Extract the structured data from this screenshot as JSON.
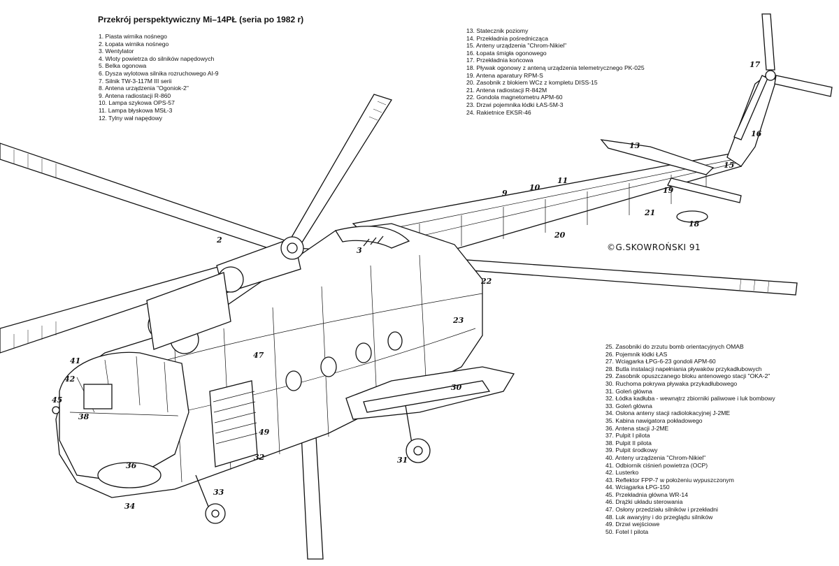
{
  "title": "Przekrój perspektywiczny Mi–14PŁ (seria po 1982 r)",
  "legend_a": [
    "1. Piasta wirnika nośnego",
    "2. Łopata wirnika nośnego",
    "3. Wentylator",
    "4. Wloty powietrza do silników napędowych",
    "5. Belka ogonowa",
    "6. Dysza wylotowa silnika rozruchowego AI-9",
    "7. Silnik TW-3-117M III serii",
    "8. Antena urządzenia \"Ogoniok-2\"",
    "9. Antena radiostacji R-860",
    "10. Lampa szykowa OPS-57",
    "11. Lampa błyskowa MSŁ-3",
    "12. Tylny wał napędowy"
  ],
  "legend_b": [
    "13. Statecznik poziomy",
    "14. Przekładnia pośrednicząca",
    "15. Anteny urządzenia \"Chrom-Nikiel\"",
    "16. Łopata śmigła ogonowego",
    "17. Przekładnia końcowa",
    "18. Pływak ogonowy z anteną urządzenia telemetrycznego PK-025",
    "19. Antena aparatury RPM-S",
    "20. Zasobnik z blokiem WCz z kompletu DISS-15",
    "21. Antena radiostacji R-842M",
    "22. Gondola magnetometru APM-60",
    "23. Drzwi pojemnika łódki ŁAS-5M-3",
    "24. Rakietnice EKSR-46"
  ],
  "legend_c": [
    "25. Zasobniki do zrzutu bomb orientacyjnych OMAB",
    "26. Pojemnik łódki ŁAS",
    "27. Wciągarka ŁPG-6-23 gondoli APM-60",
    "28. Butla instalacji napełniania pływaków przykadłubowych",
    "29. Zasobnik opuszczanego bloku antenowego stacji \"OKA-2\"",
    "30. Ruchoma pokrywa pływaka przykadłubowego",
    "31. Goleń główna",
    "32. Łódka kadłuba - wewnątrz zbiorniki paliwowe i luk bombowy",
    "33. Goleń główna",
    "34. Osłona anteny stacji radiolokacyjnej J-2ME",
    "35. Kabina nawigatora pokładowego",
    "36. Antena stacji J-2ME",
    "37. Pulpit I pilota",
    "38. Pulpit II pilota",
    "39. Pulpit środkowy",
    "40. Anteny urządzenia \"Chrom-Nikiel\"",
    "41. Odbiornik ciśnień powietrza (OCP)",
    "42. Lusterko",
    "43. Reflektor FPP-7 w położeniu wypuszczonym",
    "44. Wciągarka ŁPG-150",
    "45. Przekładnia główna WR-14",
    "46. Drążki układu sterowania",
    "47. Osłony przedziału silników i przekładni",
    "48. Luk awaryjny i do przeglądu silników",
    "49. Drzwi wejściowe",
    "50. Fotel I pilota"
  ],
  "signature": "©G.SKOWROŃSKI  91",
  "callouts": {
    "c2": "2",
    "c3": "3",
    "c9": "9",
    "c10": "10",
    "c11": "11",
    "c13": "13",
    "c15": "15",
    "c16": "16",
    "c17": "17",
    "c18": "18",
    "c19": "19",
    "c20": "20",
    "c21": "21",
    "c22": "22",
    "c23": "23",
    "c30": "30",
    "c31": "31",
    "c32": "32",
    "c33": "33",
    "c34": "34",
    "c36": "36",
    "c38": "38",
    "c41": "41",
    "c42": "42",
    "c45": "45",
    "c47": "47",
    "c49": "49"
  }
}
